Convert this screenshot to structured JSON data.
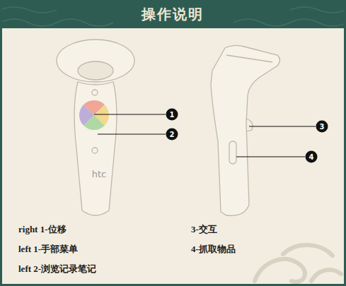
{
  "diagram": {
    "title": "操作说明",
    "labels": [
      "1",
      "2",
      "3",
      "4",
      "htc",
      "right 1-位移",
      "left 1-手部菜单",
      "left 2-浏览记录笔记",
      "3-交互",
      "4-抓取物品"
    ]
  }
}
